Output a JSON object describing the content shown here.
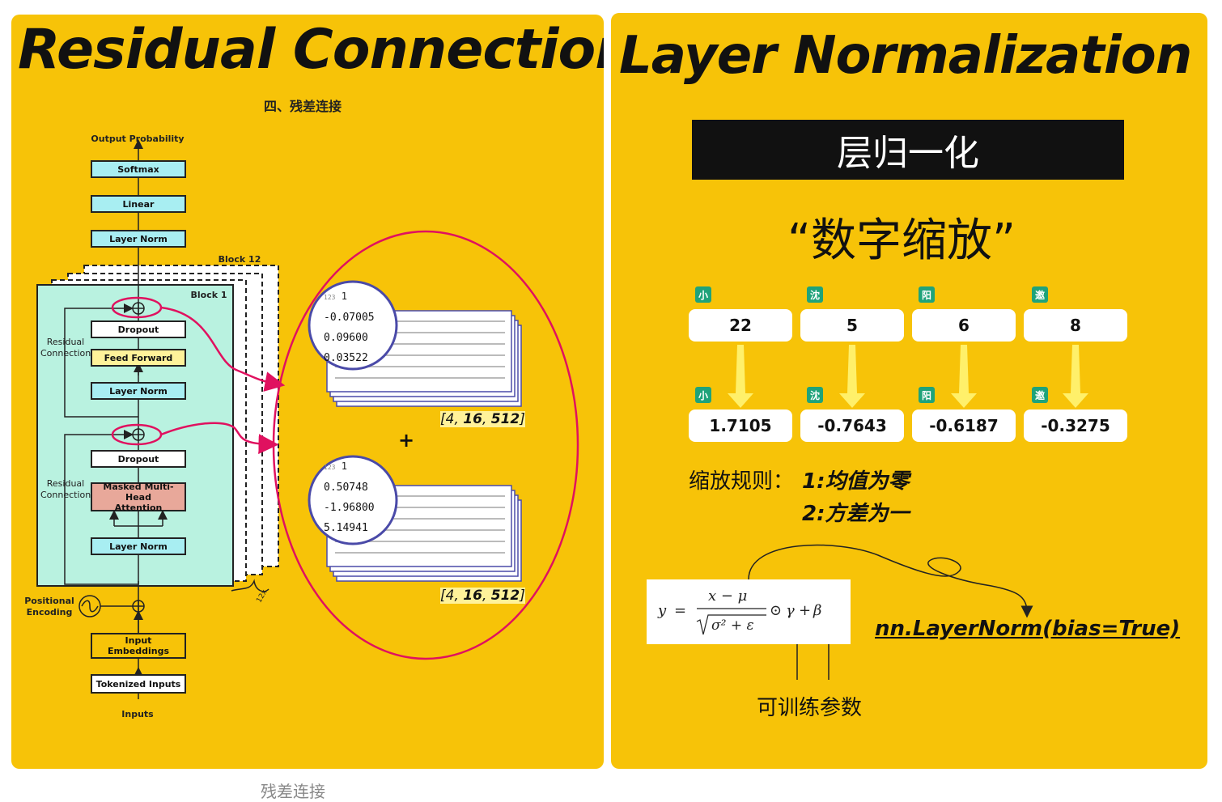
{
  "left": {
    "title": "Residual Connection",
    "subtitle": "四、残差连接",
    "diagram": {
      "output_probability": "Output Probability",
      "softmax": "Softmax",
      "linear": "Linear",
      "layer_norm_top": "Layer Norm",
      "block12": "Block 12",
      "block1": "Block 1",
      "dropout1": "Dropout",
      "feed_forward": "Feed Forward",
      "layer_norm_mid": "Layer Norm",
      "dropout2": "Dropout",
      "mha_line1": "Masked Multi-Head",
      "mha_line2": "Attention",
      "layer_norm_bottom": "Layer Norm",
      "residual_upper_1": "Residual",
      "residual_upper_2": "Connection",
      "residual_lower_1": "Residual",
      "residual_lower_2": "Connection",
      "positional_1": "Positional",
      "positional_2": "Encoding",
      "input_emb_1": "Input",
      "input_emb_2": "Embeddings",
      "tokenized": "Tokenized Inputs",
      "inputs": "Inputs",
      "repeat": "12x"
    },
    "tensor_top": {
      "col": "1",
      "values": [
        "-0.07005",
        "0.09600",
        "0.03522"
      ],
      "shape_a": "[4, ",
      "shape_b": "16",
      "shape_c": ", ",
      "shape_d": "512",
      "shape_e": "]"
    },
    "tensor_bottom": {
      "col": "1",
      "values": [
        "0.50748",
        "-1.96800",
        "5.14941"
      ],
      "shape_a": "[4, ",
      "shape_b": "16",
      "shape_c": ", ",
      "shape_d": "512",
      "shape_e": "]"
    },
    "plus": "+"
  },
  "right": {
    "title": "Layer Normalization",
    "banner": "层归一化",
    "subtitle": "“数字缩放”",
    "top_row": [
      {
        "tag": "小",
        "value": "22"
      },
      {
        "tag": "沈",
        "value": "5"
      },
      {
        "tag": "阳",
        "value": "6"
      },
      {
        "tag": "邀",
        "value": "8"
      }
    ],
    "bottom_row": [
      {
        "tag": "小",
        "value": "1.7105"
      },
      {
        "tag": "沈",
        "value": "-0.7643"
      },
      {
        "tag": "阳",
        "value": "-0.6187"
      },
      {
        "tag": "邀",
        "value": "-0.3275"
      }
    ],
    "rule_label": "缩放规则：",
    "rule1": "1:均值为零",
    "rule2": "2:方差为一",
    "code": "nn.LayerNorm(bias=True)",
    "trainable": "可训练参数"
  },
  "footer_caption": "残差连接",
  "colors": {
    "background": "#f7c308",
    "green_block": "#b9f2e0",
    "cyan_box": "#a8eef2",
    "yellow_box": "#fff29a",
    "attention_box": "#e8a89a",
    "magenta": "#e0115f",
    "tag_green": "#1fa37a"
  }
}
